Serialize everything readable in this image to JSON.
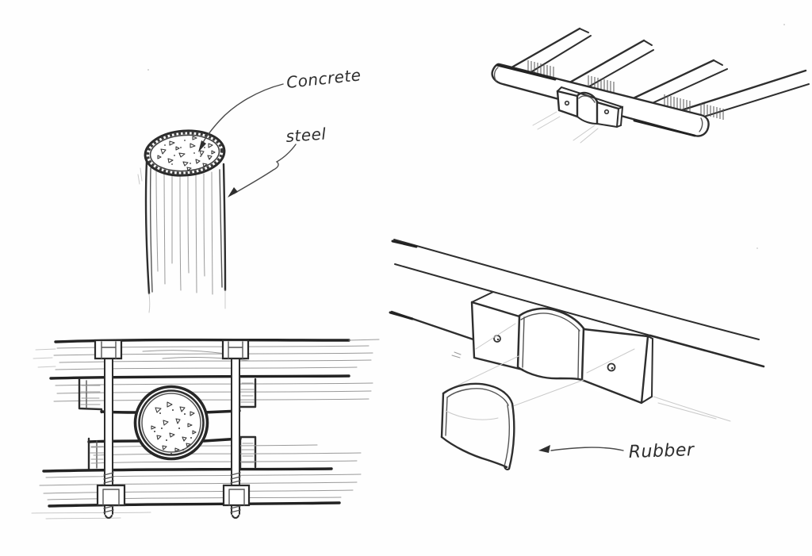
{
  "palette": {
    "pencil_dark": "#2e2e2e",
    "pencil_mid": "#555555",
    "pencil_light": "#9a9a9a",
    "paper": "#fefefe"
  },
  "labels": {
    "concrete": "Concrete",
    "steel": "steel",
    "rubber": "Rubber"
  },
  "annotations": [
    {
      "text": "Concrete",
      "arrow": "curved leader pointing to aggregate top face of round post"
    },
    {
      "text": "steel",
      "arrow": "curved leader pointing to tube wall of round post"
    },
    {
      "text": "Rubber",
      "arrow": "leader pointing to curved half-shell liner"
    }
  ]
}
